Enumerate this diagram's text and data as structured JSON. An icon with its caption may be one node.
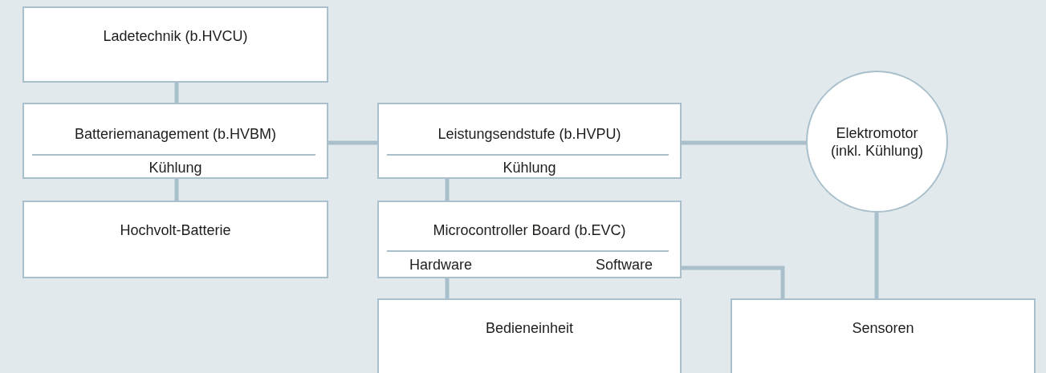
{
  "diagram": {
    "nodes": [
      {
        "text": [
          "Ladetechnik (b.HVCU)"
        ]
      },
      {
        "text": [
          "Batteriemanagement (b.HVBM)",
          "Kühlung"
        ]
      },
      {
        "text": [
          "Hochvolt-Batterie"
        ]
      },
      {
        "text": [
          "Leistungsendstufe (b.HVPU)",
          "Kühlung"
        ]
      },
      {
        "text": [
          "Microcontroller Board (b.EVC)",
          "Hardware",
          "Software"
        ]
      },
      {
        "text": [
          "Elektromotor (inkl. Kühlung)"
        ]
      },
      {
        "text": [
          "Bedieneinheit"
        ]
      },
      {
        "text": [
          "Sensoren"
        ]
      }
    ],
    "edges": [
      {
        "from": 0,
        "to": 1,
        "arrow": "none"
      },
      {
        "from": 1,
        "to": 2,
        "arrow": "none"
      },
      {
        "from": 1,
        "to": 3,
        "arrow": "none"
      },
      {
        "from": 3,
        "to": 5,
        "arrow": "none"
      },
      {
        "from": 3,
        "to": 4,
        "arrow": "none"
      },
      {
        "from": 4,
        "to": 6,
        "arrow": "none"
      },
      {
        "from": 4,
        "to": 7,
        "arrow": "none"
      },
      {
        "from": 5,
        "to": 7,
        "arrow": "none"
      }
    ]
  }
}
